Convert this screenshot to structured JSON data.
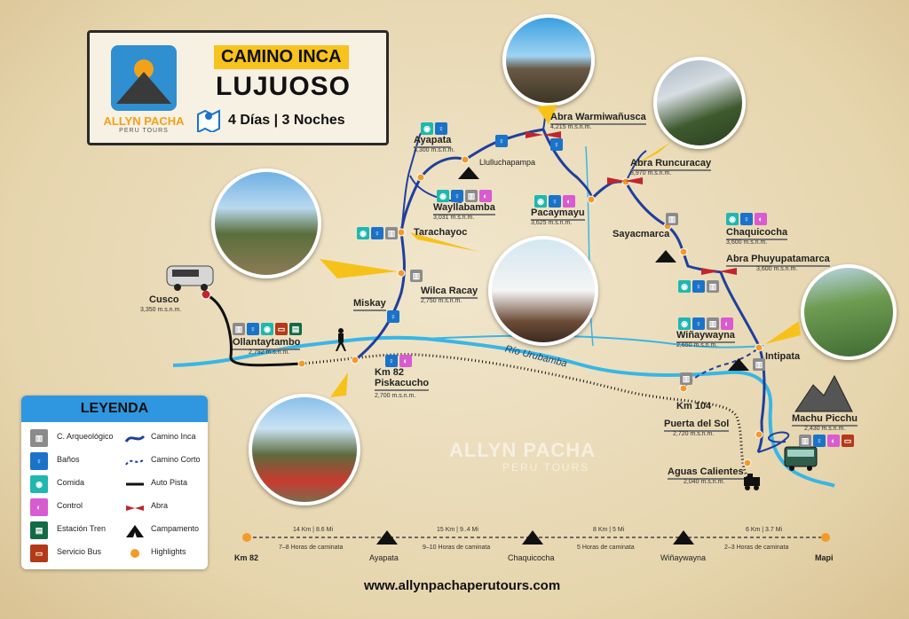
{
  "title": {
    "tag": "CAMINO INCA",
    "main": "LUJUOSO",
    "duration": "4 Días | 3 Noches",
    "logo_name": "ALLYN PACHA",
    "logo_sub": "PERU TOURS"
  },
  "places": {
    "cusco": {
      "name": "Cusco",
      "alt": "3,350 m.s.n.m."
    },
    "ollantaytambo": {
      "name": "Ollantaytambo",
      "alt": "2,792 m.s.n.m."
    },
    "km82": {
      "name": "Km 82",
      "sub": "Piskacucho",
      "alt": "2,700 m.s.n.m."
    },
    "miskay": {
      "name": "Miskay"
    },
    "wilca_racay": {
      "name": "Wilca Racay",
      "alt": "2,750 m.s.n.m."
    },
    "tarachayoc": {
      "name": "Tarachayoc"
    },
    "ayapata": {
      "name": "Ayapata",
      "alt": "3,300 m.s.n.m."
    },
    "llulluchapampa": {
      "name": "Llulluchapampa"
    },
    "wayllabamba": {
      "name": "Wayllabamba",
      "alt": "3,031 m.s.n.m."
    },
    "warmi": {
      "name": "Abra Warmiwañusca",
      "alt": "4,215 m.s.n.m."
    },
    "pacaymayu": {
      "name": "Pacaymayu",
      "alt": "3,625 m.s.n.m."
    },
    "runcuracay": {
      "name": "Abra Runcuracay",
      "alt": "3,970 m.s.n.m."
    },
    "sayacmarca": {
      "name": "Sayacmarca"
    },
    "chaquicocha": {
      "name": "Chaquicocha",
      "alt": "3,600 m.s.n.m."
    },
    "phuyupatamarca": {
      "name": "Abra Phuyupatamarca",
      "alt": "3,600 m.s.n.m."
    },
    "winaywayna": {
      "name": "Wiñaywayna",
      "alt": "2,650 m.s.n.m."
    },
    "intipata": {
      "name": "Intipata"
    },
    "km104": {
      "name": "Km 104"
    },
    "puerta": {
      "name": "Puerta del Sol",
      "alt": "2,720 m.s.n.m."
    },
    "machu": {
      "name": "Machu Picchu",
      "alt": "2,430 m.s.n.m."
    },
    "aguas": {
      "name": "Aguas Calientes",
      "alt": "2,040 m.s.n.m."
    }
  },
  "river": "Río Urubamba",
  "watermark": {
    "main": "ALLYN PACHA",
    "sub": "PERU TOURS"
  },
  "legend": {
    "title": "LEYENDA",
    "left": [
      {
        "label": "C. Arqueológico",
        "icon": "ruins-icon",
        "color": "#8b8b8b"
      },
      {
        "label": "Baños",
        "icon": "restroom-icon",
        "color": "#1a73c8"
      },
      {
        "label": "Comida",
        "icon": "food-icon",
        "color": "#1fb7b0"
      },
      {
        "label": "Control",
        "icon": "ticket-icon",
        "color": "#d85bd2"
      },
      {
        "label": "Estación Tren",
        "icon": "train-icon",
        "color": "#126b46"
      },
      {
        "label": "Servicio Bus",
        "icon": "bus-icon",
        "color": "#b33a18"
      }
    ],
    "right": [
      {
        "label": "Camino Inca",
        "icon": "trail-line"
      },
      {
        "label": "Camino Corto",
        "icon": "short-trail-line"
      },
      {
        "label": "Auto Pista",
        "icon": "highway-line"
      },
      {
        "label": "Abra",
        "icon": "pass-icon"
      },
      {
        "label": "Campamento",
        "icon": "camp-icon"
      },
      {
        "label": "Highlights",
        "icon": "highlight-dot"
      }
    ]
  },
  "scale": {
    "stops": [
      "Km 82",
      "Ayapata",
      "Chaquicocha",
      "Wiñaywayna",
      "Mapi"
    ],
    "segments": [
      {
        "distance": "14 Km | 8.6 Mi",
        "time": "7–8 Horas de caminata"
      },
      {
        "distance": "15 Km | 9..4 Mi",
        "time": "9–10 Horas de caminata"
      },
      {
        "distance": "8 Km | 5 Mi",
        "time": "5 Horas de caminata"
      },
      {
        "distance": "6 Km | 3.7 Mi",
        "time": "2–3 Horas de caminata"
      }
    ]
  },
  "website": "www.allynpachaperutours.com",
  "colors": {
    "trail": "#1e3f9c",
    "river": "#38b6e6",
    "highway": "#111111",
    "highlight": "#f39a2b",
    "pass": "#c0262d",
    "title_tag": "#f8c31d",
    "legend_header": "#2f97e0"
  }
}
